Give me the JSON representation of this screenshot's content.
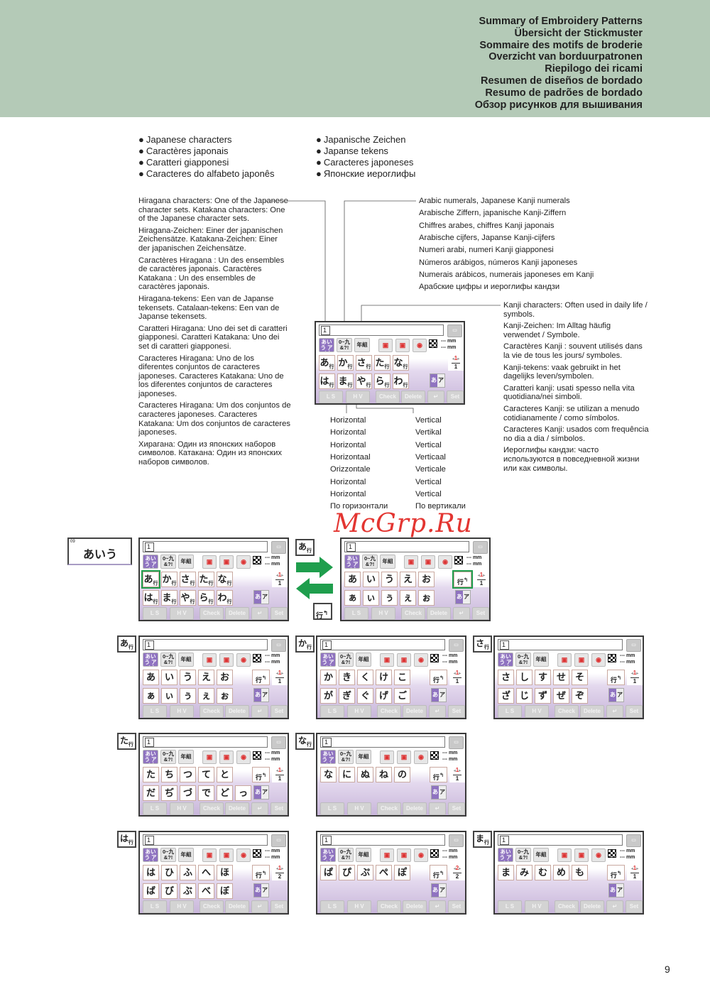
{
  "header": {
    "titles": [
      "Summary of Embroidery Patterns",
      "Übersicht der Stickmuster",
      "Sommaire des motifs de broderie",
      "Overzicht van borduurpatronen",
      "Riepilogo dei ricami",
      "Resumen de diseños de bordado",
      "Resumo de padrões de bordado",
      "Обзор рисунков для вышивания"
    ]
  },
  "section": {
    "left": [
      "Japanese characters",
      "Caractères japonais",
      "Caratteri giapponesi",
      "Caracteres do alfabeto japonês"
    ],
    "right": [
      "Japanische Zeichen",
      "Japanse tekens",
      "Caracteres japoneses",
      "Японские иероглифы"
    ]
  },
  "hiragana_notes": [
    "Hiragana characters: One of the Japanese character sets. Katakana characters: One of the Japanese character sets.",
    "Hiragana-Zeichen: Einer der japanischen Zeichensätze. Katakana-Zeichen: Einer der japanischen Zeichensätze.",
    "Caractères Hiragana : Un des ensembles de caractères japonais. Caractères Katakana : Un des ensembles de caractères japonais.",
    "Hiragana-tekens: Een van de Japanse tekensets. Catalaan-tekens: Een van de Japanse tekensets.",
    "Caratteri Hiragana: Uno dei set di caratteri giapponesi. Caratteri Katakana: Uno dei set di caratteri giapponesi.",
    "Caracteres Hiragana: Uno de los diferentes conjuntos de caracteres japoneses. Caracteres Katakana: Uno de los diferentes conjuntos de caracteres japoneses.",
    "Caracteres Hiragana: Um dos conjuntos de caracteres japoneses. Caracteres Katakana: Um dos conjuntos de caracteres japoneses.",
    "Хирагана: Один из японских наборов символов. Катакана: Один из японских наборов символов."
  ],
  "numeral_notes": [
    "Arabic numerals, Japanese Kanji numerals",
    "Arabische Ziffern, japanische Kanji-Ziffern",
    "Chiffres arabes, chiffres Kanji japonais",
    "Arabische cijfers, Japanse Kanji-cijfers",
    "Numeri arabi, numeri Kanji giapponesi",
    "Números arábigos, números Kanji japoneses",
    "Numerais arábicos, numerais japoneses em Kanji",
    "Арабские цифры и иероглифы кандзи"
  ],
  "kanji_notes": [
    "Kanji characters: Often used in daily life / symbols.",
    "Kanji-Zeichen: Im Alltag häufig verwendet / Symbole.",
    "Caractères Kanji : souvent utilisés dans la vie de tous les jours/ symboles.",
    "Kanji-tekens: vaak gebruikt in het dagelijks leven/symbolen.",
    "Caratteri kanji: usati spesso nella vita quotidiana/nei simboli.",
    "Caracteres Kanji: se utilizan a menudo cotidianamente / como símbolos.",
    "Caracteres Kanji: usados com frequência no dia a dia / símbolos.",
    "Иероглифы кандзи: часто используются в повседневной жизни или как символы."
  ],
  "horizontal": [
    "Horizontal",
    "Horizontal",
    "Horizontal",
    "Horizontaal",
    "Orizzontale",
    "Horizontal",
    "Horizontal",
    "По горизонтали"
  ],
  "vertical": [
    "Vertical",
    "Vertikal",
    "Vertical",
    "Verticaal",
    "Verticale",
    "Vertical",
    "Vertical",
    "По вертикали"
  ],
  "ui": {
    "input_num": "1",
    "mode_hira": "あいう アイウ",
    "mode_num": "0~九 &?!",
    "mode_kanji": "年組",
    "mm": "--- mm",
    "ls": "L  S",
    "hv": "H  V",
    "check": "Check",
    "delete": "Delete",
    "enter": "↵",
    "set": "Set",
    "row_key": "行",
    "toggle_a": "あ",
    "toggle_ka": "ア",
    "sub": "行"
  },
  "pattern_label": {
    "num": "09",
    "text": "あいう"
  },
  "labels": {
    "a": "あ",
    "ka": "か",
    "sa": "さ",
    "ta": "た",
    "na": "な",
    "ha": "は",
    "ma": "ま",
    "gyo": "行"
  },
  "panels": [
    {
      "row1": [
        "あ",
        "か",
        "さ",
        "た",
        "な"
      ],
      "row2": [
        "は",
        "ま",
        "や",
        "ら",
        "わ"
      ],
      "gojuon": true,
      "rowkey": false,
      "page": "1",
      "total": "1"
    },
    {
      "row1": [
        "あ",
        "か",
        "さ",
        "た",
        "な"
      ],
      "row2": [
        "は",
        "ま",
        "や",
        "ら",
        "わ"
      ],
      "gojuon": true,
      "rowkey": false,
      "page": "1",
      "total": "1",
      "hl": 0
    },
    {
      "row1": [
        "あ",
        "い",
        "う",
        "え",
        "お"
      ],
      "row2": [
        "ぁ",
        "ぃ",
        "ぅ",
        "ぇ",
        "ぉ"
      ],
      "rowkey": true,
      "page": "1",
      "total": "1",
      "hlrow": true
    },
    {
      "row1": [
        "あ",
        "い",
        "う",
        "え",
        "お"
      ],
      "row2": [
        "ぁ",
        "ぃ",
        "ぅ",
        "ぇ",
        "ぉ"
      ],
      "rowkey": true,
      "page": "1",
      "total": "1"
    },
    {
      "row1": [
        "か",
        "き",
        "く",
        "け",
        "こ"
      ],
      "row2": [
        "が",
        "ぎ",
        "ぐ",
        "げ",
        "ご"
      ],
      "rowkey": true,
      "page": "1",
      "total": "1"
    },
    {
      "row1": [
        "さ",
        "し",
        "す",
        "せ",
        "そ"
      ],
      "row2": [
        "ざ",
        "じ",
        "ず",
        "ぜ",
        "ぞ"
      ],
      "rowkey": true,
      "page": "1",
      "total": "1"
    },
    {
      "row1": [
        "た",
        "ち",
        "つ",
        "て",
        "と"
      ],
      "row2": [
        "だ",
        "ぢ",
        "づ",
        "で",
        "ど",
        "っ"
      ],
      "rowkey": true,
      "page": "1",
      "total": "1"
    },
    {
      "row1": [
        "な",
        "に",
        "ぬ",
        "ね",
        "の"
      ],
      "row2": [],
      "rowkey": true,
      "page": "1",
      "total": "1"
    },
    {
      "row1": [
        "は",
        "ひ",
        "ふ",
        "へ",
        "ほ"
      ],
      "row2": [
        "ば",
        "び",
        "ぶ",
        "べ",
        "ぼ"
      ],
      "rowkey": true,
      "page": "1",
      "total": "2"
    },
    {
      "row1": [
        "ぱ",
        "ぴ",
        "ぷ",
        "ぺ",
        "ぽ"
      ],
      "row2": [],
      "rowkey": true,
      "page": "2",
      "total": "2"
    },
    {
      "row1": [
        "ま",
        "み",
        "む",
        "め",
        "も"
      ],
      "row2": [],
      "rowkey": true,
      "page": "1",
      "total": "1"
    }
  ],
  "watermark": "McGrp.Ru",
  "page_number": "9",
  "colors": {
    "header": "#b4cab7",
    "arrow": "#1f9e4d",
    "accent": "#8f73c0"
  }
}
